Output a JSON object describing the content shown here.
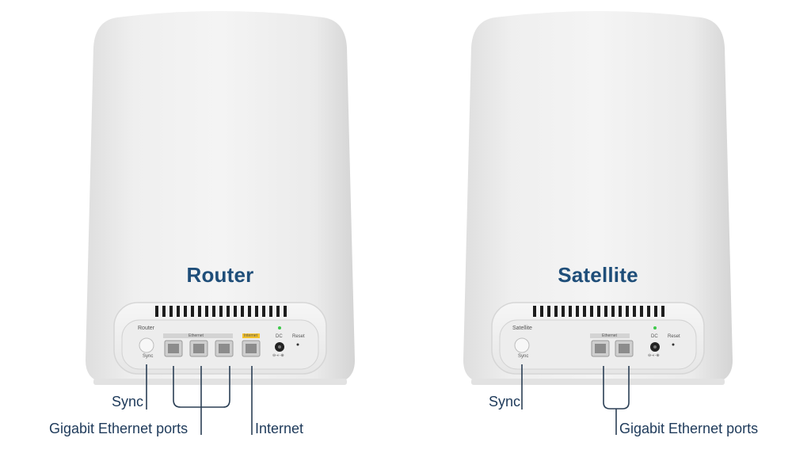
{
  "devices": {
    "router": {
      "title": "Router",
      "panel_model": "Router",
      "ethernet_label": "Ethernet",
      "internet_label": "Internet",
      "sync_label": "Sync",
      "dc_label": "DC",
      "reset_label": "Reset",
      "dc_symbol": "⊖-◐-⊕"
    },
    "satellite": {
      "title": "Satellite",
      "panel_model": "Satellite",
      "ethernet_label": "Ethernet",
      "sync_label": "Sync",
      "dc_label": "DC",
      "reset_label": "Reset",
      "dc_symbol": "⊖-◐-⊕"
    }
  },
  "callouts": {
    "router_sync": "Sync",
    "router_ethernet": "Gigabit Ethernet ports",
    "router_internet": "Internet",
    "satellite_sync": "Sync",
    "satellite_ethernet": "Gigabit Ethernet ports"
  },
  "colors": {
    "title": "#1f4e79",
    "callout_text": "#1e3a5a",
    "callout_line": "#2b3f55",
    "body": "#eeeeee",
    "internet_tag": "#f3c22e",
    "power_led": "#3cc94a"
  }
}
